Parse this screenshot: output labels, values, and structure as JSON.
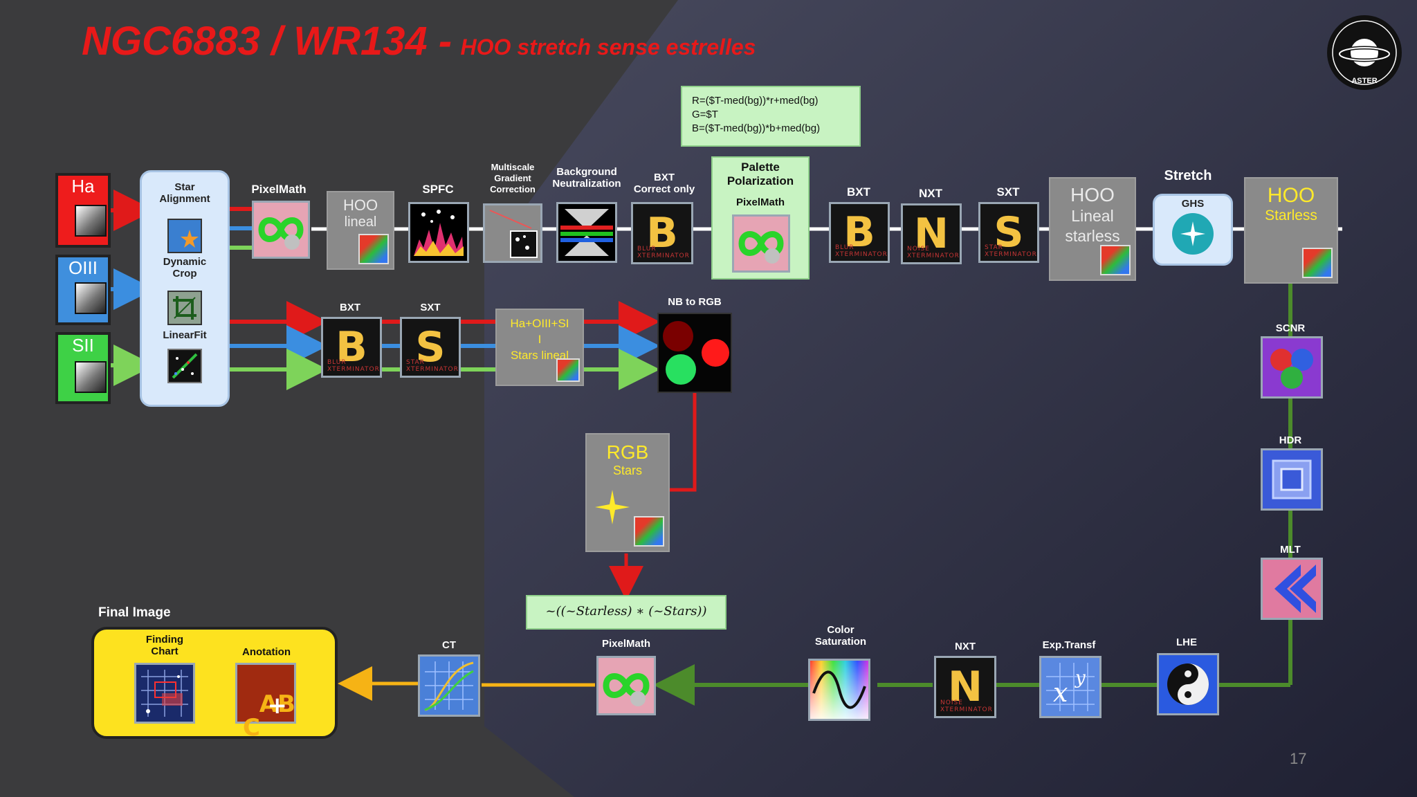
{
  "title": {
    "main": "NGC6883 / WR134 -",
    "sub": "HOO  stretch  sense  estrelles"
  },
  "logo": {
    "text": "ASTER"
  },
  "channels": [
    {
      "label": "Ha",
      "color": "#ee1c1c"
    },
    {
      "label": "OIII",
      "color": "#3f8fdd"
    },
    {
      "label": "SII",
      "color": "#3ed146"
    }
  ],
  "alignment": {
    "star_alignment": "Star\nAlignment",
    "dynamic_crop": "Dynamic\nCrop",
    "linearfit": "LinearFit"
  },
  "top_row": {
    "pixelmath": "PixelMath",
    "hoo_lineal_title": "HOO",
    "hoo_lineal_sub": "lineal",
    "spfc": "SPFC",
    "mgc": "Multiscale\nGradient\nCorrection",
    "bn": "Background\nNeutralization",
    "bxt_correct": "BXT\nCorrect only",
    "palette": "Palette\nPolarization",
    "palette_pm": "PixelMath",
    "bxt": "BXT",
    "nxt": "NXT",
    "sxt": "SXT",
    "hoo_ls_title": "HOO",
    "hoo_ls_sub": "Lineal\nstarless",
    "stretch": "Stretch",
    "ghs": "GHS",
    "hoo_starless_title": "HOO",
    "hoo_starless_sub": "Starless"
  },
  "formula_box": [
    "R=($T-med(bg))*r+med(bg)",
    "G=$T",
    "B=($T-med(bg))*b+med(bg)"
  ],
  "mid_row": {
    "bxt": "BXT",
    "sxt": "SXT",
    "stars_lineal": "Ha+OIII+SI\nI\nStars lineal",
    "nb_rgb": "NB to RGB",
    "rgb_title": "RGB",
    "rgb_sub": "Stars"
  },
  "right_col": {
    "scnr": "SCNR",
    "hdr": "HDR",
    "mlt": "MLT"
  },
  "bottom_row": {
    "lhe": "LHE",
    "exp": "Exp.Transf",
    "nxt": "NXT",
    "color_sat": "Color\nSaturation",
    "pixelmath": "PixelMath",
    "ct": "CT",
    "formula": "~((~Starless) ∗ (~Stars))"
  },
  "final": {
    "title": "Final Image",
    "finding": "Finding\nChart",
    "anotation": "Anotation"
  },
  "tile_text": {
    "B": "B",
    "N": "N",
    "S": "S",
    "b_sub": "BLUR XTERMINATOR",
    "n_sub": "NOISE XTERMINATOR",
    "s_sub": "STAR XTERMINATOR",
    "abc": "AB\nC",
    "xy": "x y"
  },
  "page_number": "17",
  "colors": {
    "red": "#e01a1a",
    "blue": "#3b8ee0",
    "green": "#7ed35a",
    "dark_green": "#4c8b2b",
    "orange": "#f6b315",
    "title": "#e81919",
    "yellow": "#ffea2a"
  }
}
